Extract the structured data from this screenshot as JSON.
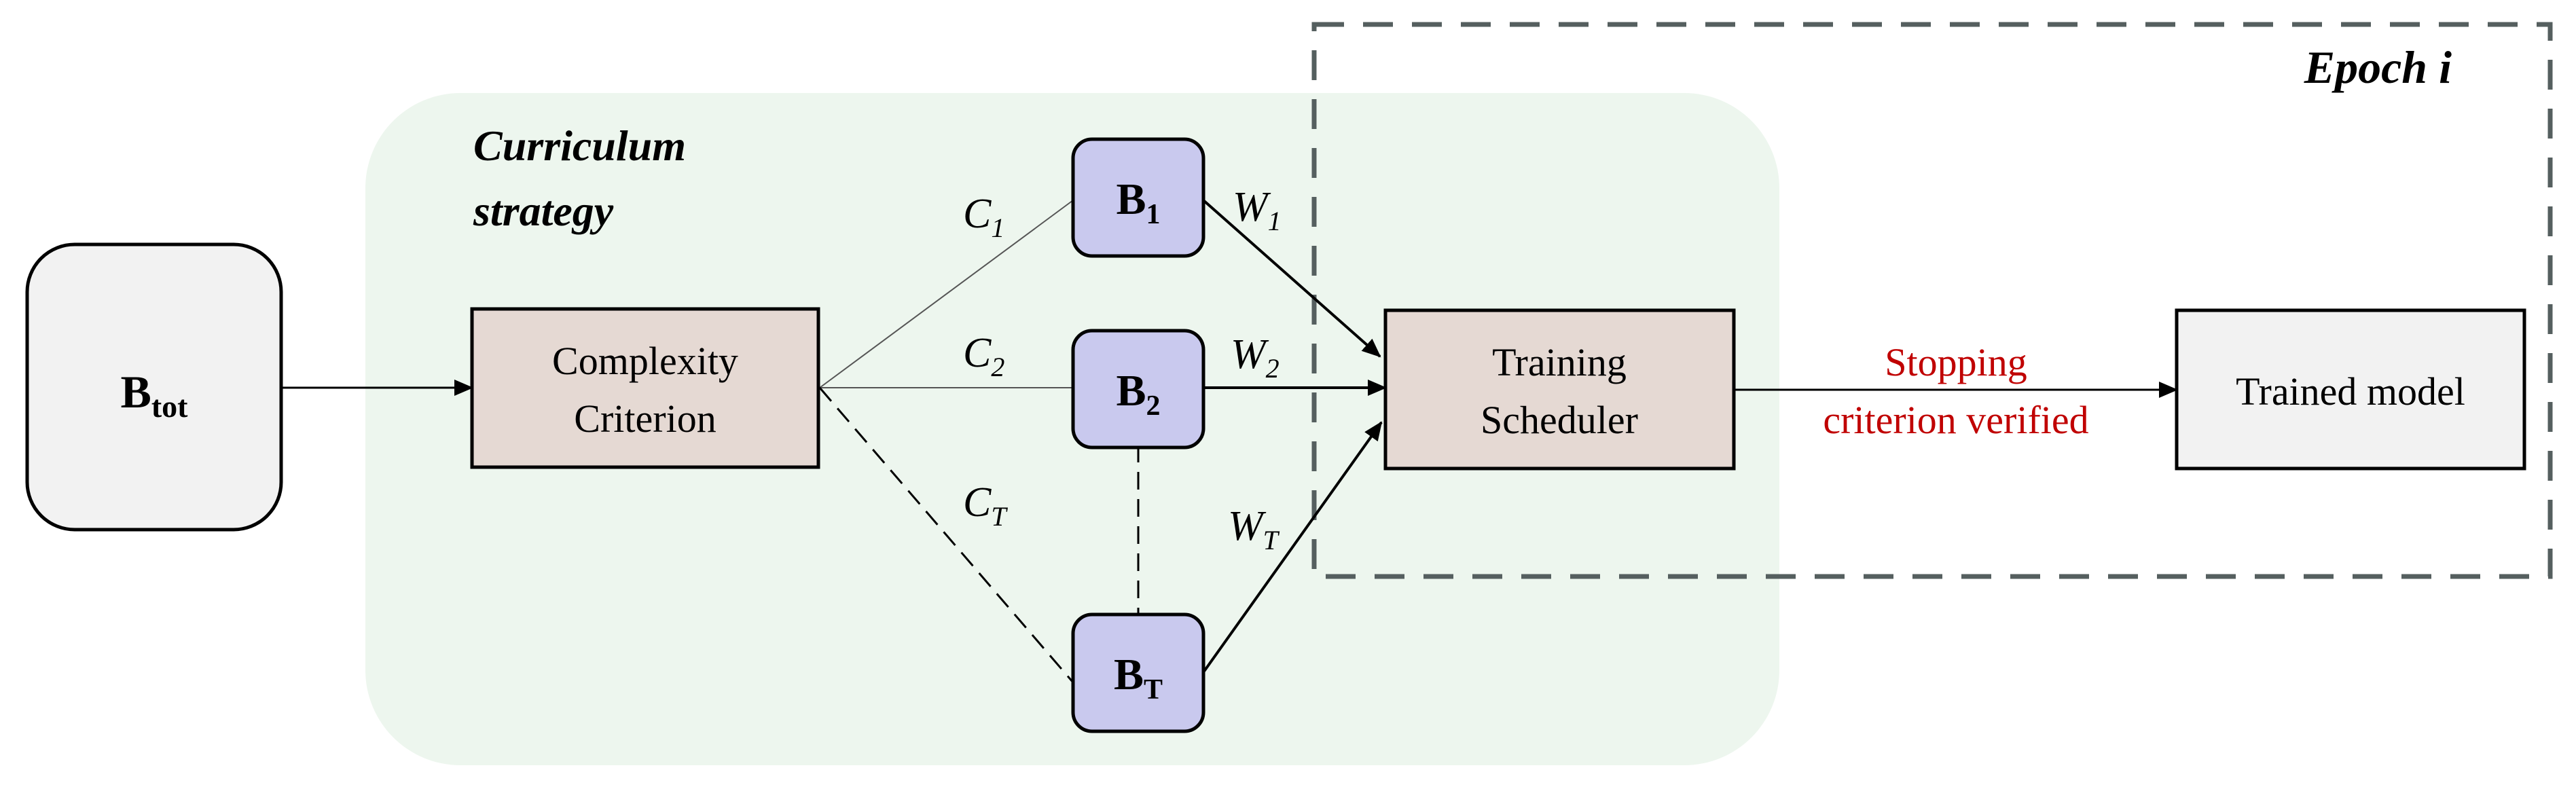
{
  "colors": {
    "curriculum_bg": "#edf6ee",
    "input_box_fill": "#f2f2f2",
    "criterion_fill": "#e5d9d3",
    "batch_fill": "#c9c9ee",
    "model_fill": "#f2f2f2",
    "stroke": "#000000",
    "epoch_border": "#555f5f",
    "stopping_text": "#c00000"
  },
  "labels": {
    "curriculum_line1": "Curriculum",
    "curriculum_line2": "strategy",
    "epoch": "Epoch i",
    "btot_main": "B",
    "btot_sub": "tot",
    "complexity_line1": "Complexity",
    "complexity_line2": "Criterion",
    "b1_main": "B",
    "b1_sub": "1",
    "b2_main": "B",
    "b2_sub": "2",
    "bt_main": "B",
    "bt_sub": "T",
    "c1_main": "C",
    "c1_sub": "1",
    "c2_main": "C",
    "c2_sub": "2",
    "ct_main": "C",
    "ct_sub": "T",
    "w1_main": "W",
    "w1_sub": "1",
    "w2_main": "W",
    "w2_sub": "2",
    "wt_main": "W",
    "wt_sub": "T",
    "scheduler_line1": "Training",
    "scheduler_line2": "Scheduler",
    "stopping_line1": "Stopping",
    "stopping_line2": "criterion verified",
    "trained_model": "Trained model"
  }
}
